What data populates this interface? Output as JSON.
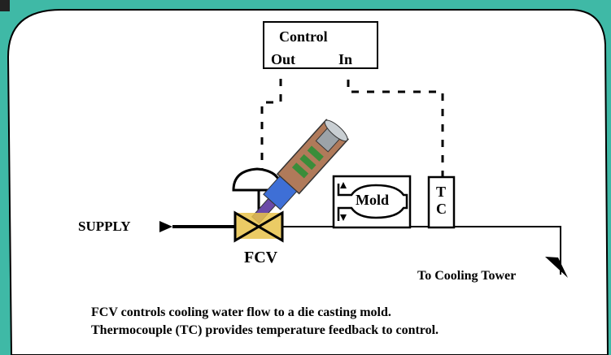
{
  "control": {
    "title": "Control",
    "out_label": "Out",
    "in_label": "In"
  },
  "valve_label": "FCV",
  "supply_label": "SUPPLY",
  "mold_label": "Mold",
  "tc_label": {
    "line1": "T",
    "line2": "C"
  },
  "tower_label": "To Cooling Tower",
  "caption": {
    "line1": "FCV controls cooling water flow to a die casting mold.",
    "line2": "Thermocouple (TC) provides temperature feedback to control."
  },
  "colors": {
    "background": "#3fb9a6",
    "panel": "#ffffff",
    "stroke": "#000000",
    "valve_body": "#e8c24a",
    "actuator": "#b07a5a"
  }
}
